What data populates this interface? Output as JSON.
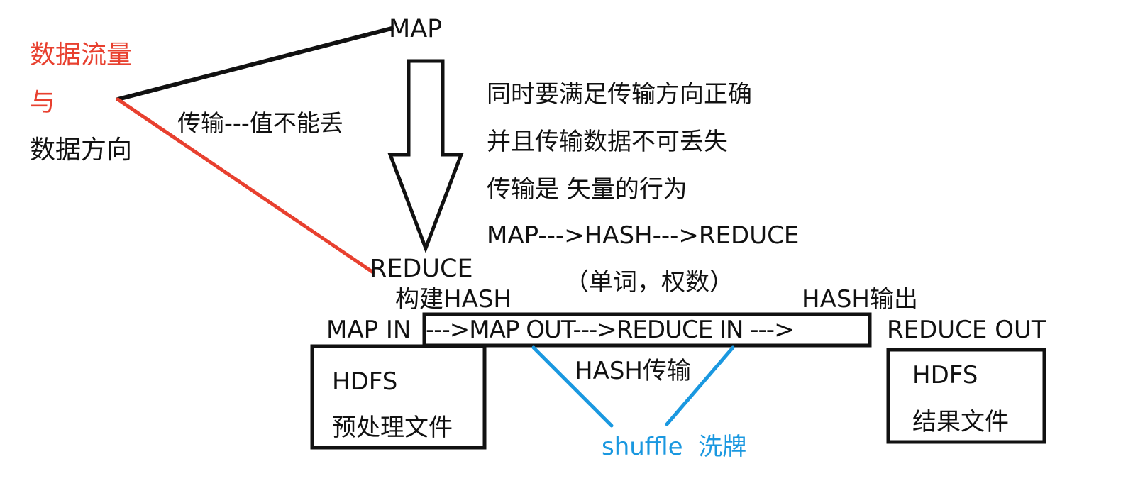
{
  "colors": {
    "ink": "#111111",
    "red": "#e8402f",
    "blue": "#1a98e0",
    "background": "#ffffff"
  },
  "left_labels": {
    "flow": "数据流量",
    "and": "与",
    "direction": "数据方向"
  },
  "map_label": "MAP",
  "reduce_label": "REDUCE",
  "transfer_label": "传输---值不能丢",
  "notes": [
    "同时要满足传输方向正确",
    "并且传输数据不可丢失",
    "传输是 矢量的行为",
    "MAP--->HASH--->REDUCE"
  ],
  "word_count": "（单词，权数）",
  "build_hash": "构建HASH",
  "hash_output": "HASH输出",
  "pipeline": {
    "map_in": "MAP IN",
    "middle": "--->MAP OUT--->REDUCE IN --->",
    "reduce_out": "REDUCE OUT"
  },
  "hash_transfer": "HASH传输",
  "shuffle": "shuffle  洗牌",
  "input_box": {
    "line1": "HDFS",
    "line2": "预处理文件"
  },
  "output_box": {
    "line1": "HDFS",
    "line2": "结果文件"
  }
}
